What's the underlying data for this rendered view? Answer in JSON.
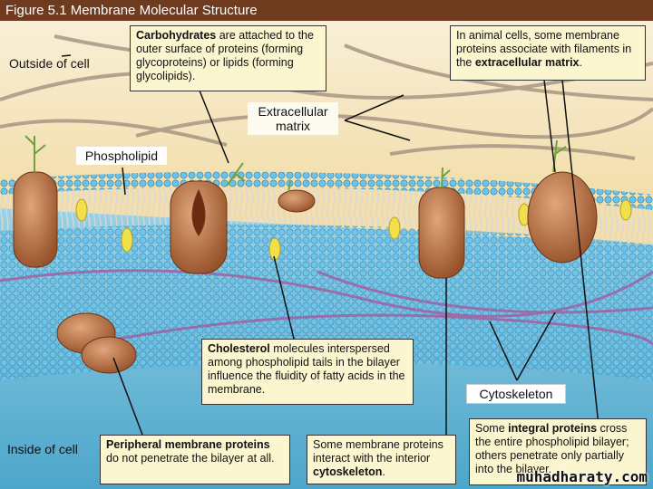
{
  "title": "Figure 5.1  Membrane Molecular Structure",
  "labels": {
    "outside": "Outside of cell",
    "inside": "Inside of cell",
    "phospholipid": "Phospholipid",
    "matrix": "Extracellular matrix",
    "cytoskeleton": "Cytoskeleton"
  },
  "boxes": {
    "carbo": {
      "bold": "Carbohydrates",
      "text": " are attached to the outer surface of proteins (forming glycoproteins) or lipids (forming glycolipids)."
    },
    "animal": {
      "pre": "In animal cells, some membrane proteins associate with filaments in the ",
      "bold": "extracellular matrix",
      "post": "."
    },
    "cholesterol": {
      "bold": "Cholesterol",
      "text": " molecules interspersed among phospholipid tails in the bilayer influence the fluidity of fatty acids in the membrane."
    },
    "peripheral": {
      "bold": "Peripheral membrane proteins",
      "text": " do not penetrate the bilayer at all."
    },
    "interior": {
      "pre": "Some membrane proteins interact with the interior ",
      "bold": "cytoskeleton",
      "post": "."
    },
    "integral": {
      "pre": "Some ",
      "bold": "integral proteins",
      "post": " cross the entire phospholipid bilayer; others penetrate only partially into the bilayer."
    }
  },
  "watermark": "muhadharaty.com",
  "colors": {
    "title_bg": "#6e3b1e",
    "box_bg": "#fbf6cf",
    "membrane": "#5fb8dc",
    "protein": "#b8713f"
  }
}
